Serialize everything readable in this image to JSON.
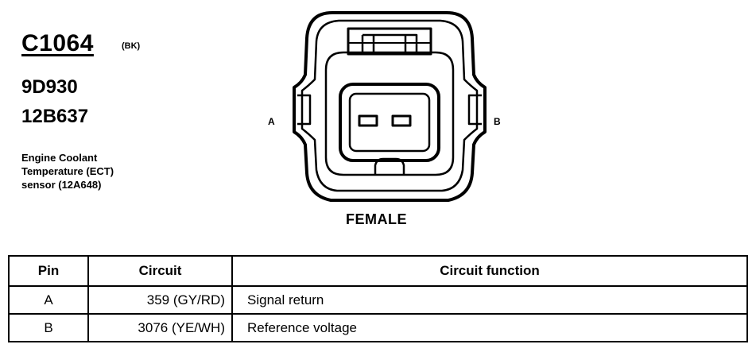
{
  "connector": {
    "id": "C1064",
    "color": "(BK)",
    "part_numbers": [
      "9D930",
      "12B637"
    ],
    "description": [
      "Engine Coolant",
      "Temperature (ECT)",
      "sensor (12A648)"
    ]
  },
  "diagram": {
    "pin_a_label": "A",
    "pin_b_label": "B",
    "gender": "FEMALE"
  },
  "table": {
    "headers": [
      "Pin",
      "Circuit",
      "Circuit function"
    ],
    "rows": [
      {
        "pin": "A",
        "circuit": "359 (GY/RD)",
        "function": "Signal return"
      },
      {
        "pin": "B",
        "circuit": "3076 (YE/WH)",
        "function": "Reference voltage"
      }
    ]
  }
}
